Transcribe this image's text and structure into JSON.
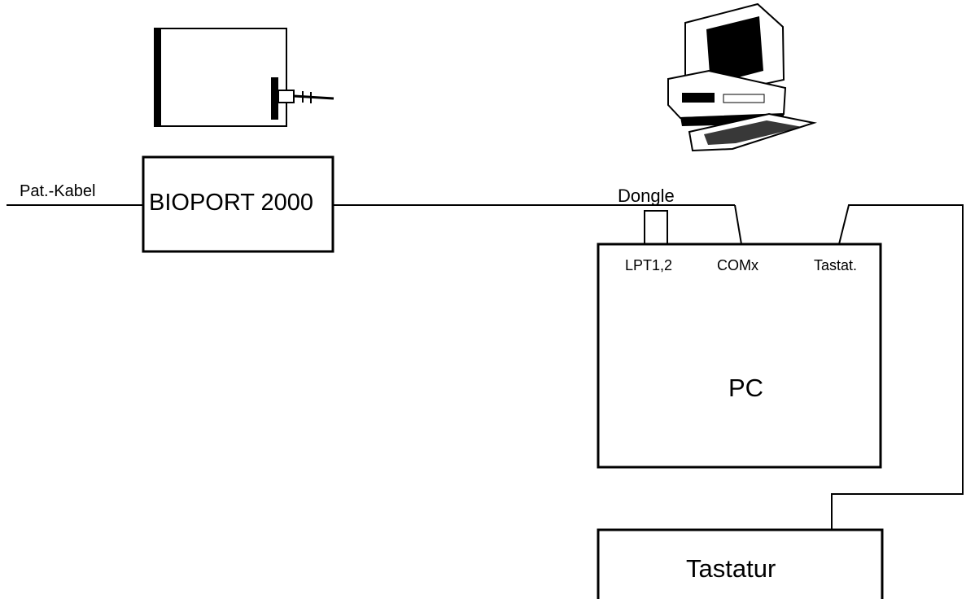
{
  "labels": {
    "patient_cable": "Pat.-Kabel",
    "bioport": "BIOPORT 2000",
    "dongle": "Dongle",
    "lpt": "LPT1,2",
    "com": "COMx",
    "keyboard_port": "Tastat.",
    "pc": "PC",
    "keyboard": "Tastatur"
  },
  "colors": {
    "line": "#000000",
    "background": "#ffffff",
    "illustration_fill": "#ffffff",
    "illustration_shade": "#000000"
  },
  "icons": {
    "bioport_device": "bioport-device-illustration",
    "computer": "desktop-computer-illustration"
  }
}
